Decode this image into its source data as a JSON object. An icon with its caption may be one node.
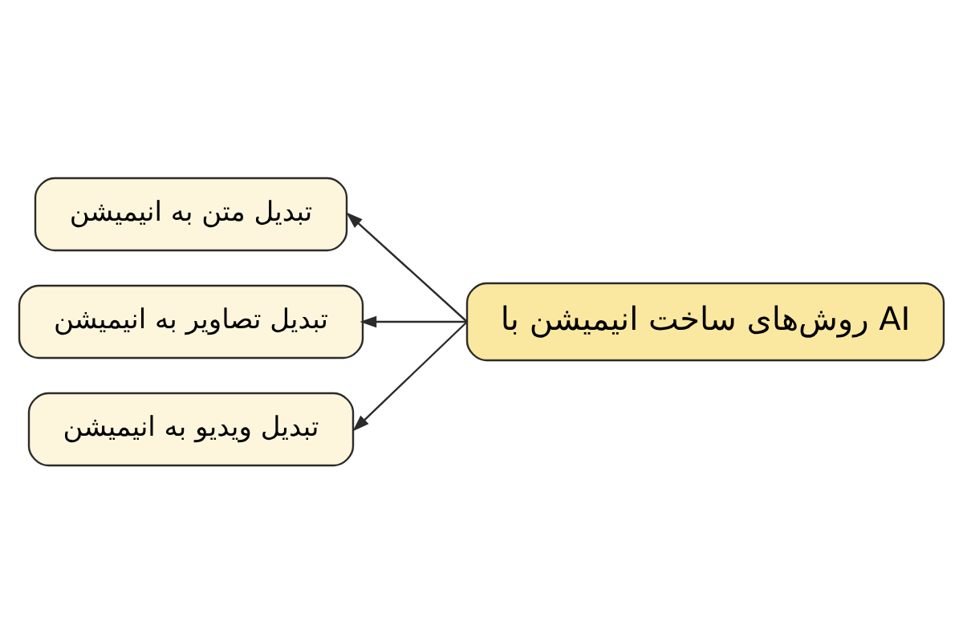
{
  "diagram": {
    "nodes": [
      {
        "text": [
          "روش‌های ساخت انیمیشن با AI"
        ]
      },
      {
        "text": [
          "تبدیل متن به انیمیشن"
        ]
      },
      {
        "text": [
          "تبدیل تصاویر به انیمیشن"
        ]
      },
      {
        "text": [
          "تبدیل ویدیو به انیمیشن"
        ]
      }
    ],
    "edges": [
      {
        "from": 0,
        "to": 1,
        "arrow": "to"
      },
      {
        "from": 0,
        "to": 2,
        "arrow": "to"
      },
      {
        "from": 0,
        "to": 3,
        "arrow": "to"
      }
    ]
  }
}
